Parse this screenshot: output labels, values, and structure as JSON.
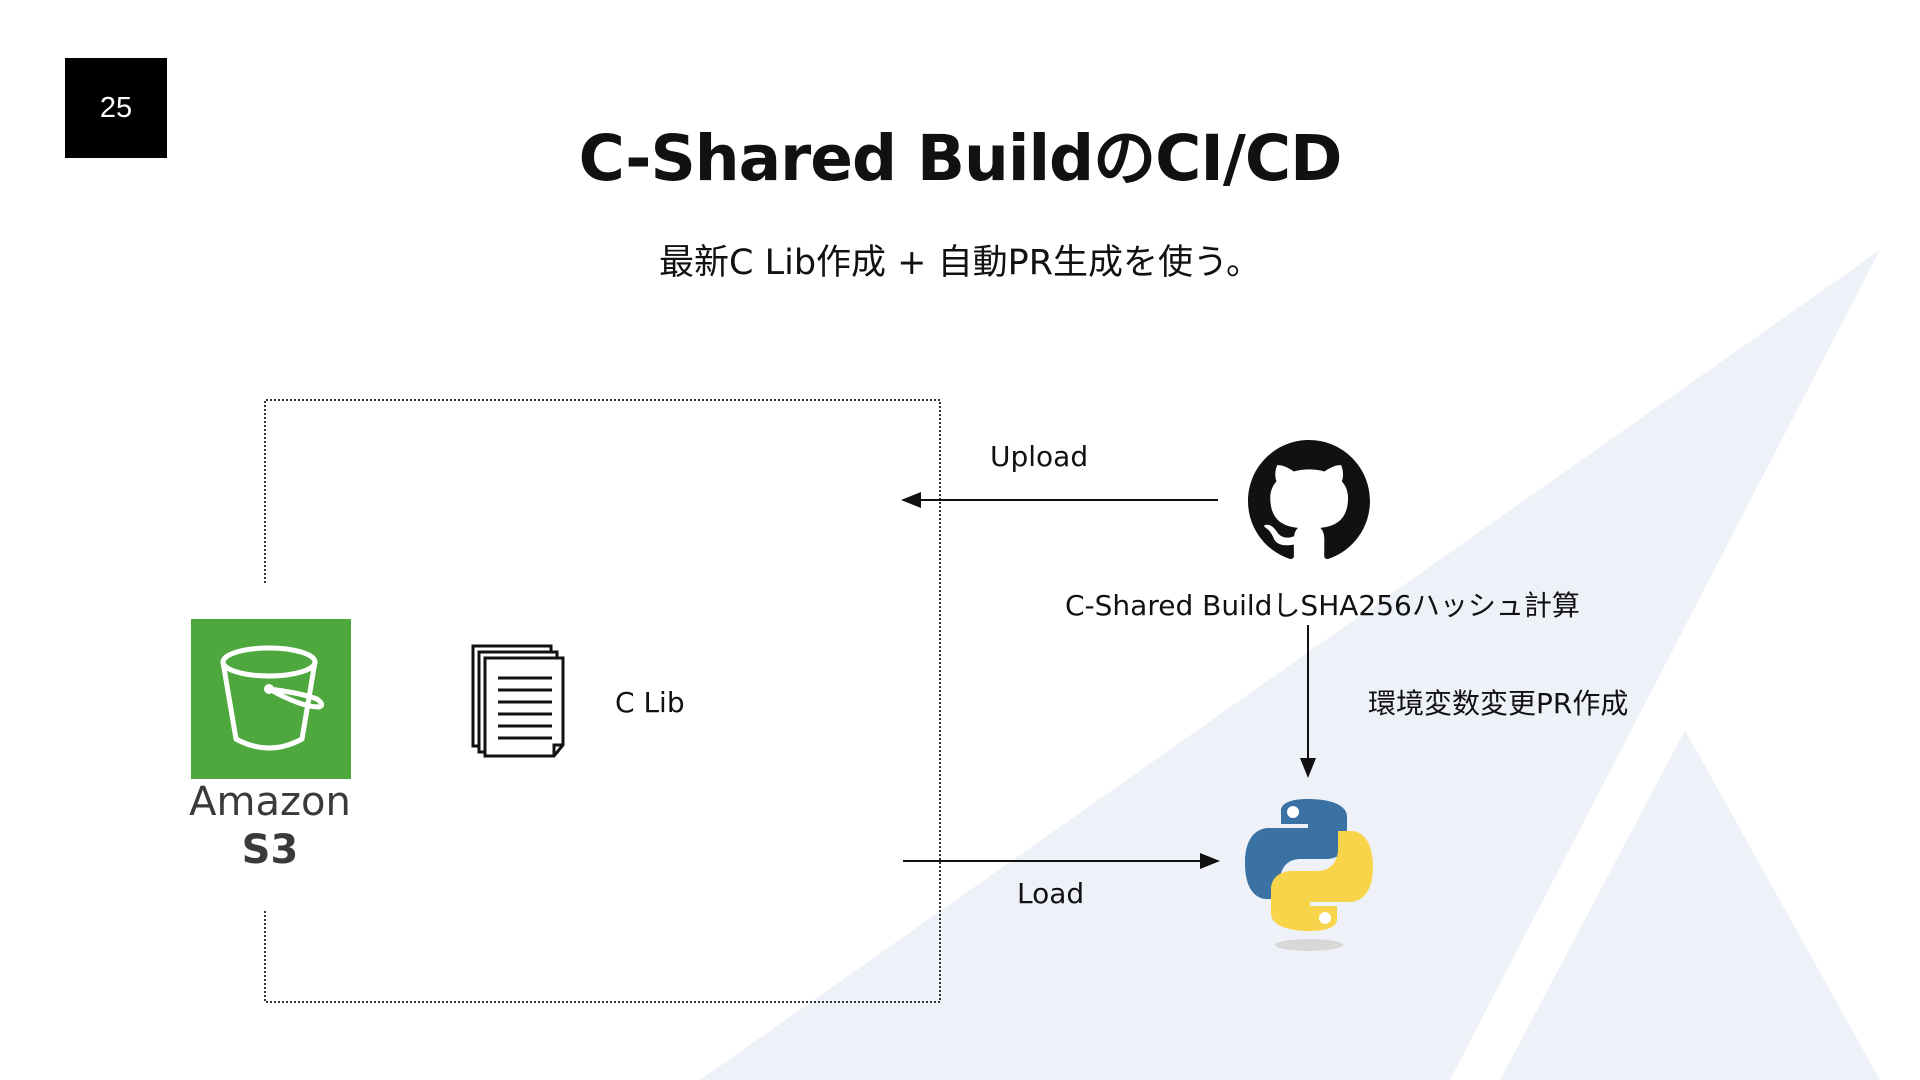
{
  "slide": {
    "page_number": "25",
    "title": "C-Shared BuildのCI/CD",
    "subtitle": "最新C Lib作成 + 自動PR生成を使う。"
  },
  "diagram": {
    "nodes": {
      "s3": {
        "caption_line1": "Amazon",
        "caption_line2": "S3",
        "icon": "aws-s3-bucket-icon",
        "color": "#4fa83d"
      },
      "clib": {
        "label": "C Lib",
        "icon": "document-icon"
      },
      "github": {
        "icon": "github-icon"
      },
      "python": {
        "icon": "python-icon"
      }
    },
    "edges": {
      "upload": "Upload",
      "load": "Load",
      "build": "C-Shared BuildしSHA256ハッシュ計算",
      "pr": "環境変数変更PR作成"
    }
  },
  "colors": {
    "background_shape": "#eef2f8",
    "badge": "#000000",
    "python_blue": "#3b72a4",
    "python_yellow": "#f7d44a"
  }
}
